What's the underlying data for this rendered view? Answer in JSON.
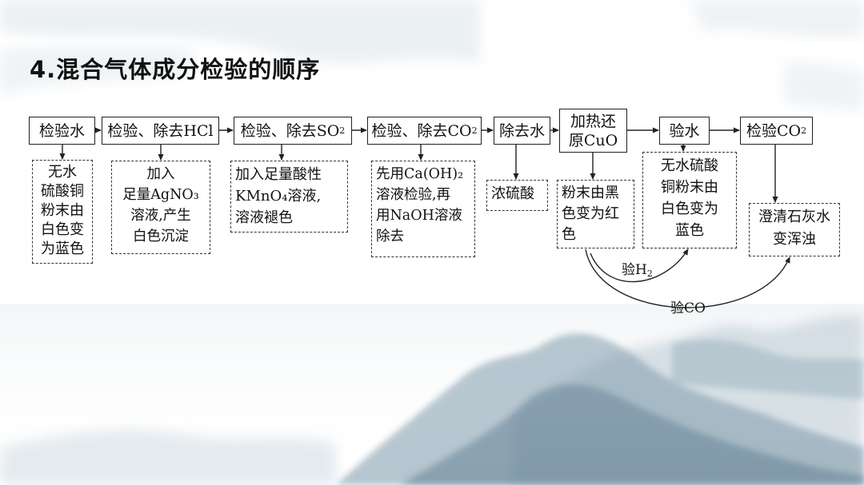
{
  "title": "4.混合气体成分检验的顺序",
  "steps": [
    {
      "text": "检验水"
    },
    {
      "text": "检验、除去HCl"
    },
    {
      "text": "检验、除去SO",
      "sub": "2"
    },
    {
      "text": "检验、除去CO",
      "sub": "2"
    },
    {
      "text": "除去水"
    },
    {
      "text": "加热还\n原CuO"
    },
    {
      "text": "验水"
    },
    {
      "text": "检验CO",
      "sub": "2"
    }
  ],
  "notes": [
    {
      "text": "无水\n硫酸铜\n粉末由\n白色变\n为蓝色"
    },
    {
      "text": "加入\n足量AgNO₃\n溶液,产生\n白色沉淀"
    },
    {
      "text": "加入足量酸性\nKMnO₄溶液,\n溶液褪色"
    },
    {
      "text": "先用Ca(OH)₂\n溶液检验,再\n用NaOH溶液\n除去"
    },
    {
      "text": "浓硫酸"
    },
    {
      "text": "粉末由黑\n色变为红\n色"
    },
    {
      "text": "无水硫酸\n铜粉末由\n白色变为\n蓝色"
    },
    {
      "text": "澄清石灰水\n变浑浊"
    }
  ],
  "branch_labels": {
    "h2": {
      "text": "验H",
      "sub": "2"
    },
    "co": {
      "text": "验CO"
    }
  },
  "colors": {
    "line": "#222222",
    "mountain": "#6f8fa3"
  }
}
